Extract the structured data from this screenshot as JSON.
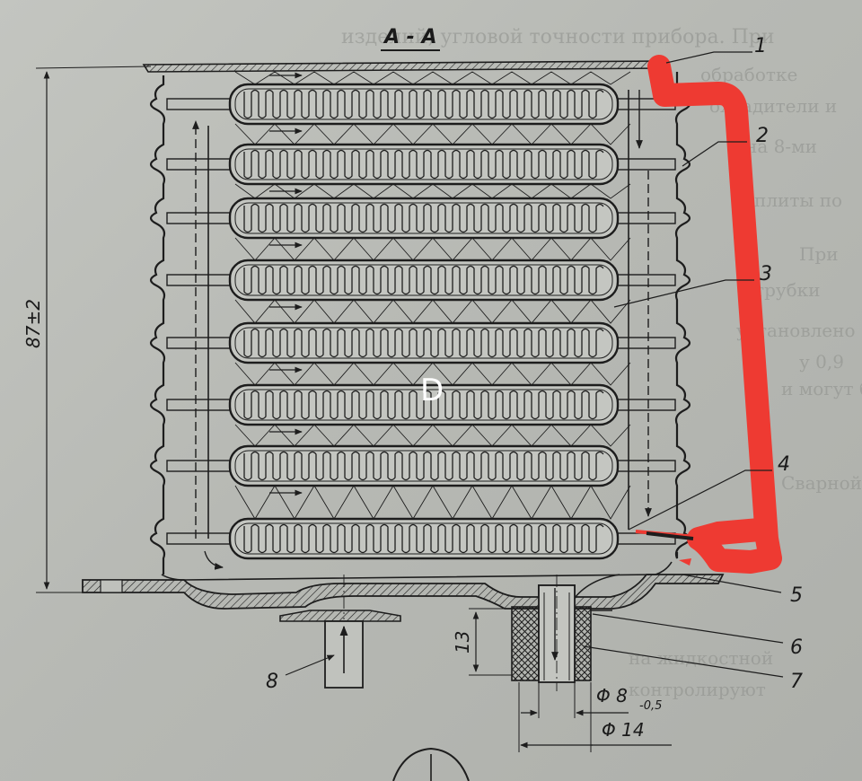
{
  "section_title": "A - A",
  "center_marker": "D",
  "callouts": [
    "1",
    "2",
    "3",
    "4",
    "5",
    "6",
    "7",
    "8"
  ],
  "dimensions": {
    "height": "87±2",
    "nozzle_length": "13",
    "inner_diameter": "Φ 8",
    "inner_tolerance": "-0,5",
    "outer_diameter": "Φ 14"
  },
  "colors": {
    "ink": "#1d1d1d",
    "paper": "#bcbeb9",
    "highlight": "#ee3a32"
  },
  "bleed_text": [
    "изделий, угловой точности прибора. При",
    "обработке",
    "охладители и",
    "на 8-ми",
    "плиты по",
    "трубки",
    "При",
    "установлено",
    "у 0,9",
    "Сварной",
    "и могут быть",
    "на жидкостной",
    "контролируют"
  ]
}
